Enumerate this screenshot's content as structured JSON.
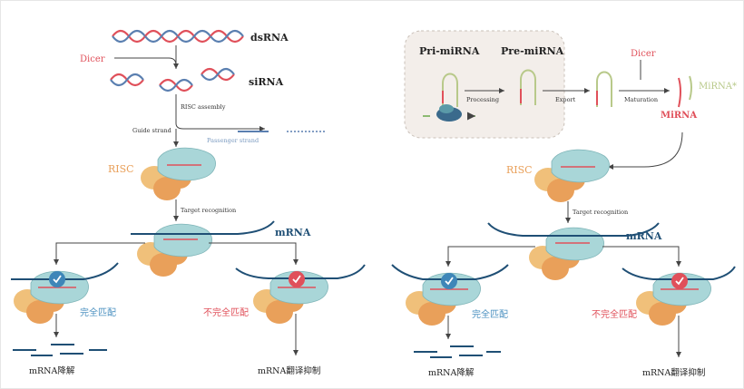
{
  "siRNA_panel": {
    "dsRNA": "dsRNA",
    "dicer": "Dicer",
    "siRNA": "siRNA",
    "risc_assembly": "RISC assembly",
    "guide_strand": "Guide strand",
    "passenger_strand": "Passenger strand",
    "risc": "RISC",
    "target_recognition": "Target recognition",
    "mRNA": "mRNA",
    "perfect_match": "完全匹配",
    "imperfect_match": "不完全匹配",
    "mRNA_degradation": "mRNA降解",
    "translation_repression": "mRNA翻译抑制"
  },
  "miRNA_panel": {
    "pri_miRNA": "Pri-miRNA",
    "pre_miRNA": "Pre-miRNA",
    "processing": "Processing",
    "export": "Export",
    "dicer": "Dicer",
    "maturation": "Maturation",
    "miRNA_star": "MiRNA*",
    "miRNA": "MiRNA",
    "risc": "RISC",
    "target_recognition": "Target recognition",
    "mRNA": "mRNA",
    "perfect_match": "完全匹配",
    "imperfect_match": "不完全匹配",
    "mRNA_degradation": "mRNA降解",
    "translation_repression": "mRNA翻译抑制"
  },
  "colors": {
    "red": "#e0505a",
    "blue_strand": "#5a7fb0",
    "risc_teal": "#a9d6d8",
    "risc_orange": "#e9a05a",
    "risc_yellow": "#f0c07a",
    "mrna_navy": "#1f4f75",
    "nucleus_bg": "#f3eeea",
    "pale_green": "#b8c98a",
    "check_blue": "#3e86b8",
    "check_red": "#e0505a"
  }
}
